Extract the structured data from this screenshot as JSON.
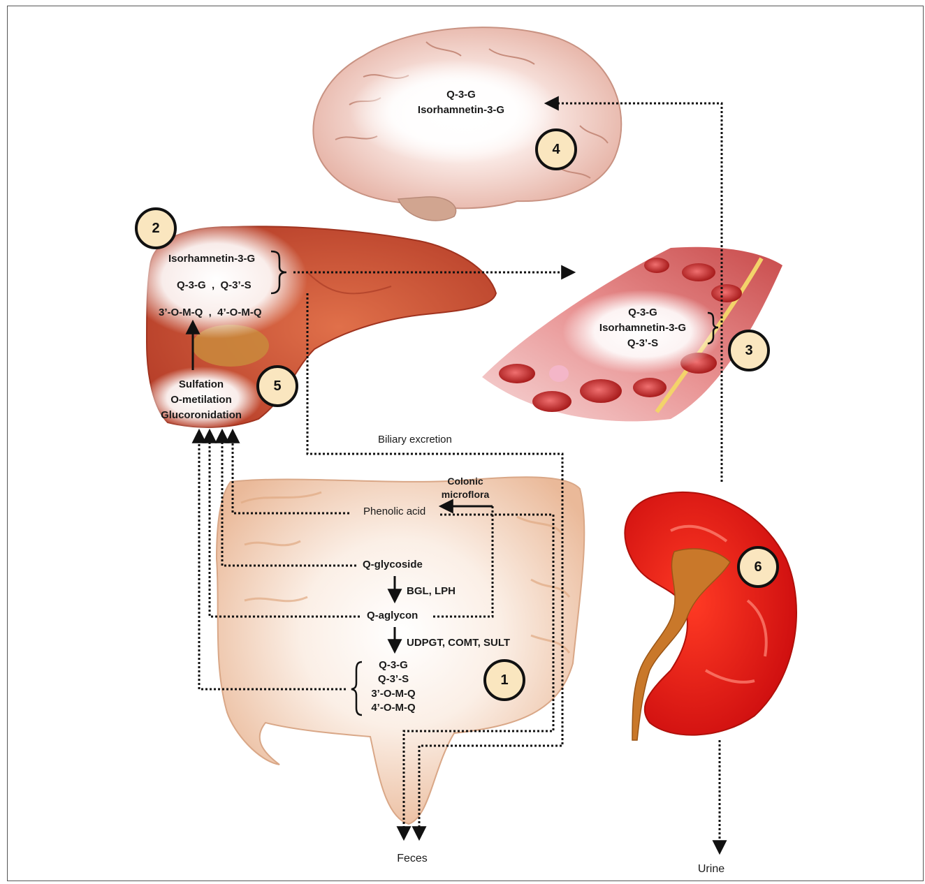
{
  "markers": [
    "1",
    "2",
    "3",
    "4",
    "5",
    "6"
  ],
  "brain": {
    "lines": [
      "Q-3-G",
      "Isorhamnetin-3-G"
    ]
  },
  "liver": {
    "top_lines": [
      "Isorhamnetin-3-G",
      "Q-3-G  ,  Q-3’-S"
    ],
    "methyl": "3’-O-M-Q  ,  4’-O-M-Q",
    "process_lines": [
      "Sulfation",
      "O-metilation",
      "Glucoronidation"
    ]
  },
  "blood": {
    "lines": [
      "Q-3-G",
      "Isorhamnetin-3-G",
      "Q-3’-S"
    ]
  },
  "intestine": {
    "colonic_lines": [
      "Colonic",
      "microflora"
    ],
    "phenolic": "Phenolic acid",
    "glycoside": "Q-glycoside",
    "enzymes1": "BGL, LPH",
    "aglycon": "Q-aglycon",
    "enzymes2": "UDPGT, COMT, SULT",
    "metabolites": [
      "Q-3-G",
      "Q-3’-S",
      "3’-O-M-Q",
      "4’-O-M-Q"
    ]
  },
  "biliary": "Biliary excretion",
  "feces": "Feces",
  "urine": "Urine"
}
